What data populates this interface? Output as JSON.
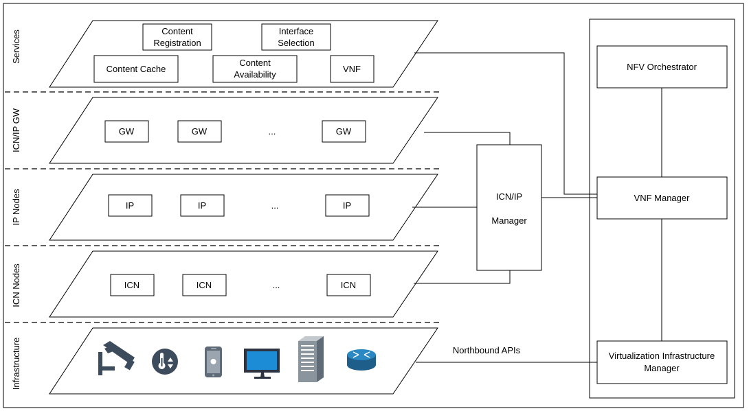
{
  "layers": {
    "services": "Services",
    "gateway": "ICN/IP GW",
    "ip_nodes": "IP Nodes",
    "icn_nodes": "ICN Nodes",
    "infrastructure": "Infrastructure"
  },
  "services": {
    "content_registration": [
      "Content",
      "Registration"
    ],
    "interface_selection": [
      "Interface",
      "Selection"
    ],
    "content_cache": "Content Cache",
    "content_availability": [
      "Content",
      "Availability"
    ],
    "vnf": "VNF"
  },
  "gw_nodes": [
    "GW",
    "GW",
    "...",
    "GW"
  ],
  "ip_nodes": [
    "IP",
    "IP",
    "...",
    "IP"
  ],
  "icn_nodes": [
    "ICN",
    "ICN",
    "...",
    "ICN"
  ],
  "infrastructure_icons": [
    "camera-icon",
    "thermostat-icon",
    "smartphone-icon",
    "monitor-icon",
    "server-icon",
    "router-icon"
  ],
  "icn_ip_manager": [
    "ICN/IP",
    "Manager"
  ],
  "nfv": {
    "orchestrator": "NFV Orchestrator",
    "vnf_manager": "VNF Manager",
    "vim": [
      "Virtualization Infrastructure",
      "Manager"
    ]
  },
  "northbound": "Northbound APIs",
  "colors": {
    "icon_dark": "#3d4c5c",
    "icon_blue": "#1d8cd6",
    "router_blue": "#2478a8"
  }
}
